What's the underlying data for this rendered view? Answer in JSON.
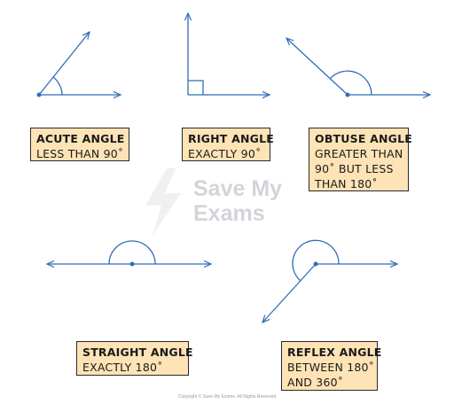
{
  "colors": {
    "line": "#2f6db5",
    "box_fill": "#fde3b6",
    "box_border": "#2a2a2a",
    "watermark": "#9aa3ad"
  },
  "angles": [
    {
      "title": "ACUTE ANGLE",
      "lines": [
        "LESS THAN 90˚"
      ]
    },
    {
      "title": "RIGHT ANGLE",
      "lines": [
        "EXACTLY 90˚"
      ]
    },
    {
      "title": "OBTUSE ANGLE",
      "lines": [
        "GREATER THAN",
        "90˚ BUT LESS",
        "THAN 180˚"
      ]
    },
    {
      "title": "STRAIGHT ANGLE",
      "lines": [
        "EXACTLY 180˚"
      ]
    },
    {
      "title": "REFLEX ANGLE",
      "lines": [
        "BETWEEN 180˚",
        "AND 360˚"
      ]
    }
  ],
  "watermark": {
    "line1": "Save My",
    "line2": "Exams"
  },
  "copyright": "Copyright © Save My Exams. All Rights Reserved"
}
